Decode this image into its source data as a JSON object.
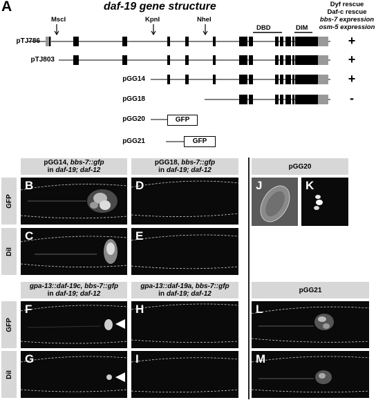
{
  "panel_a": {
    "letter": "A",
    "title": "daf-19 gene structure",
    "rescue_header": [
      "Dyf rescue",
      "Daf-c rescue",
      "bbs-7 expression",
      "osm-5 expression"
    ],
    "sites": [
      "MscI",
      "KpnI",
      "NheI"
    ],
    "domains": [
      "DBD",
      "DIM"
    ],
    "constructs": [
      {
        "name": "pTJ786",
        "result": "+"
      },
      {
        "name": "pTJ803",
        "result": "+"
      },
      {
        "name": "pGG14",
        "result": "+"
      },
      {
        "name": "pGG18",
        "result": "-"
      },
      {
        "name": "pGG20",
        "result": ""
      },
      {
        "name": "pGG21",
        "result": ""
      }
    ],
    "gfp_label": "GFP"
  },
  "column_headers": {
    "pgg14": {
      "construct": "pGG14, ",
      "reporter": "bbs-7::gfp",
      "line2_pre": "in ",
      "strain": "daf-19; daf-12"
    },
    "pgg18": {
      "construct": "pGG18, ",
      "reporter": "bbs-7::gfp",
      "line2_pre": "in ",
      "strain": "daf-19; daf-12"
    },
    "pgg20": "pGG20",
    "gpa19c": {
      "construct": "gpa-13::daf-19c, bbs-7::gfp",
      "line2_pre": "in ",
      "strain": "daf-19; daf-12"
    },
    "gpa19a": {
      "construct": "gpa-13::daf-19a, bbs-7::gfp",
      "line2_pre": "in ",
      "strain": "daf-19; daf-12"
    },
    "pgg21": "pGG21"
  },
  "row_tags": {
    "gfp": "GFP",
    "dil": "DiI"
  },
  "panel_letters": [
    "B",
    "C",
    "D",
    "E",
    "F",
    "G",
    "H",
    "I",
    "J",
    "K",
    "L",
    "M"
  ]
}
